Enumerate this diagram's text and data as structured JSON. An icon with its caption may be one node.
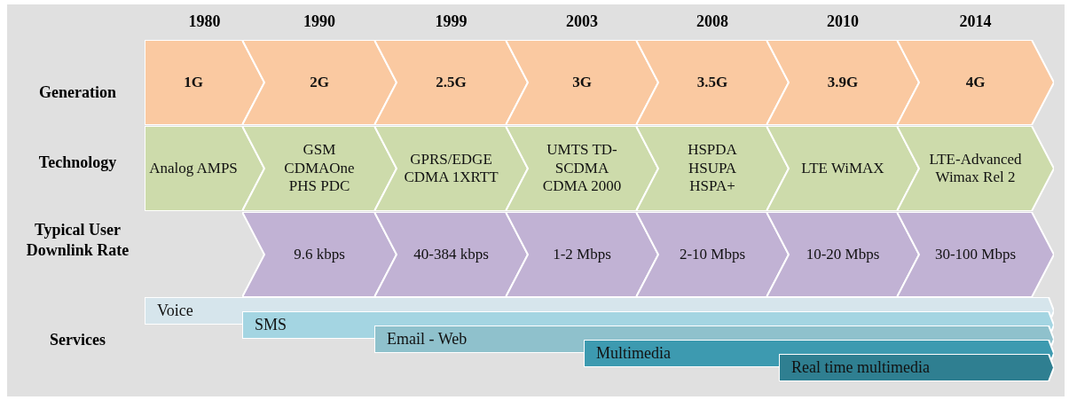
{
  "diagram": {
    "nodes": [
      {
        "text": [
          "1G"
        ]
      },
      {
        "text": [
          "2G"
        ]
      },
      {
        "text": [
          "2.5G"
        ]
      },
      {
        "text": [
          "3G"
        ]
      },
      {
        "text": [
          "3.5G"
        ]
      },
      {
        "text": [
          "3.9G"
        ]
      },
      {
        "text": [
          "4G"
        ]
      },
      {
        "text": [
          "Analog AMPS"
        ]
      },
      {
        "text": [
          "GSM CDMAOne PHS PDC"
        ]
      },
      {
        "text": [
          "GPRS/EDGE CDMA 1XRTT"
        ]
      },
      {
        "text": [
          "UMTS TD-SCDMA CDMA 2000"
        ]
      },
      {
        "text": [
          "HSPDA HSUPA HSPA+"
        ]
      },
      {
        "text": [
          "LTE WiMAX"
        ]
      },
      {
        "text": [
          "LTE-Advanced Wimax Rel 2"
        ]
      },
      {
        "text": [
          "9.6 kbps"
        ]
      },
      {
        "text": [
          "40-384 kbps"
        ]
      },
      {
        "text": [
          "1-2 Mbps"
        ]
      },
      {
        "text": [
          "2-10 Mbps"
        ]
      },
      {
        "text": [
          "10-20 Mbps"
        ]
      },
      {
        "text": [
          "30-100 Mbps"
        ]
      },
      {
        "text": [
          "Voice"
        ]
      },
      {
        "text": [
          "SMS"
        ]
      },
      {
        "text": [
          "Email - Web"
        ]
      },
      {
        "text": [
          "Multimedia"
        ]
      },
      {
        "text": [
          "Real time multimedia"
        ]
      }
    ],
    "labels": [
      "1980",
      "1990",
      "1999",
      "2003",
      "2008",
      "2010",
      "2014",
      "Generation",
      "Technology",
      "Typical User Downlink Rate",
      "Services"
    ]
  }
}
